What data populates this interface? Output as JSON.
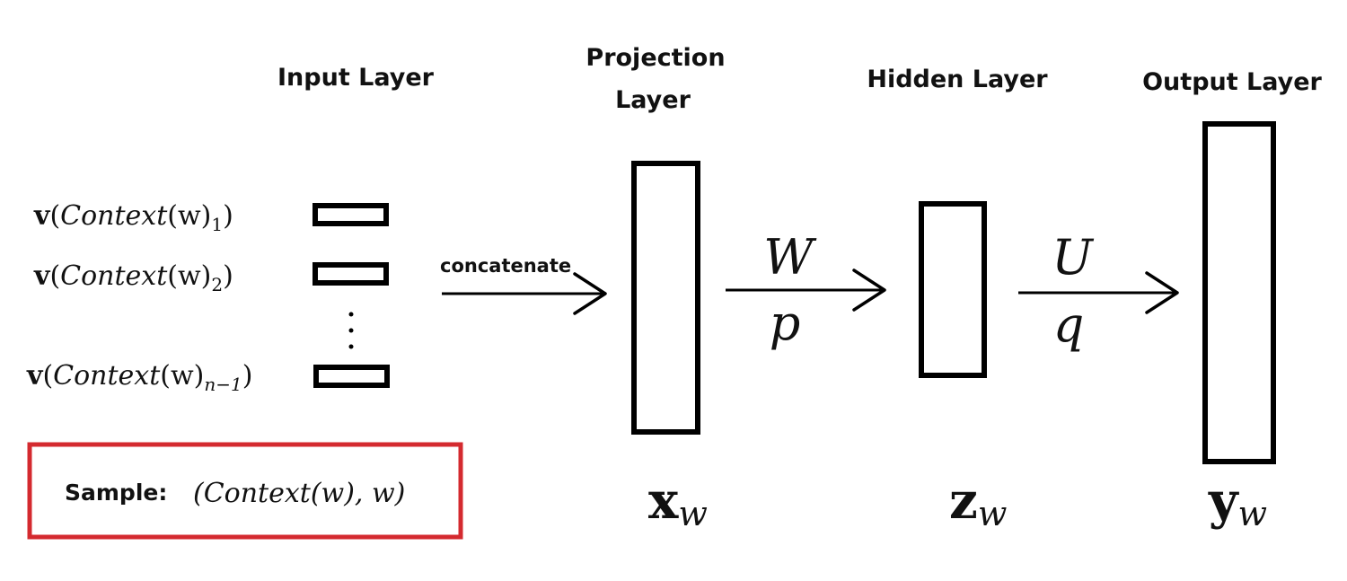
{
  "layers": {
    "input": {
      "label": "Input  Layer"
    },
    "projection": {
      "label_line1": "Projection",
      "label_line2": "Layer"
    },
    "hidden": {
      "label": "Hidden Layer"
    },
    "output": {
      "label": "Output Layer"
    }
  },
  "inputs": [
    {
      "prefix": "v",
      "open": "(",
      "fn": "Context",
      "arg": "(w)",
      "sub": "1",
      "close": ")"
    },
    {
      "prefix": "v",
      "open": "(",
      "fn": "Context",
      "arg": "(w)",
      "sub": "2",
      "close": ")"
    },
    {
      "prefix": "v",
      "open": "(",
      "fn": "Context",
      "arg": "(w)",
      "sub": "n−1",
      "close": ")"
    }
  ],
  "arrows": {
    "concat": {
      "label": "concatenate"
    },
    "w": {
      "top": "W",
      "bottom": "p"
    },
    "u": {
      "top": "U",
      "bottom": "q"
    }
  },
  "vectors": {
    "x": {
      "main": "x",
      "sub": "w"
    },
    "z": {
      "main": "z",
      "sub": "w"
    },
    "y": {
      "main": "y",
      "sub": "w"
    }
  },
  "sample": {
    "label": "Sample:",
    "formula": "(Context(w), w)"
  },
  "colors": {
    "sample_border": "#d42a2f",
    "line": "#000000"
  }
}
